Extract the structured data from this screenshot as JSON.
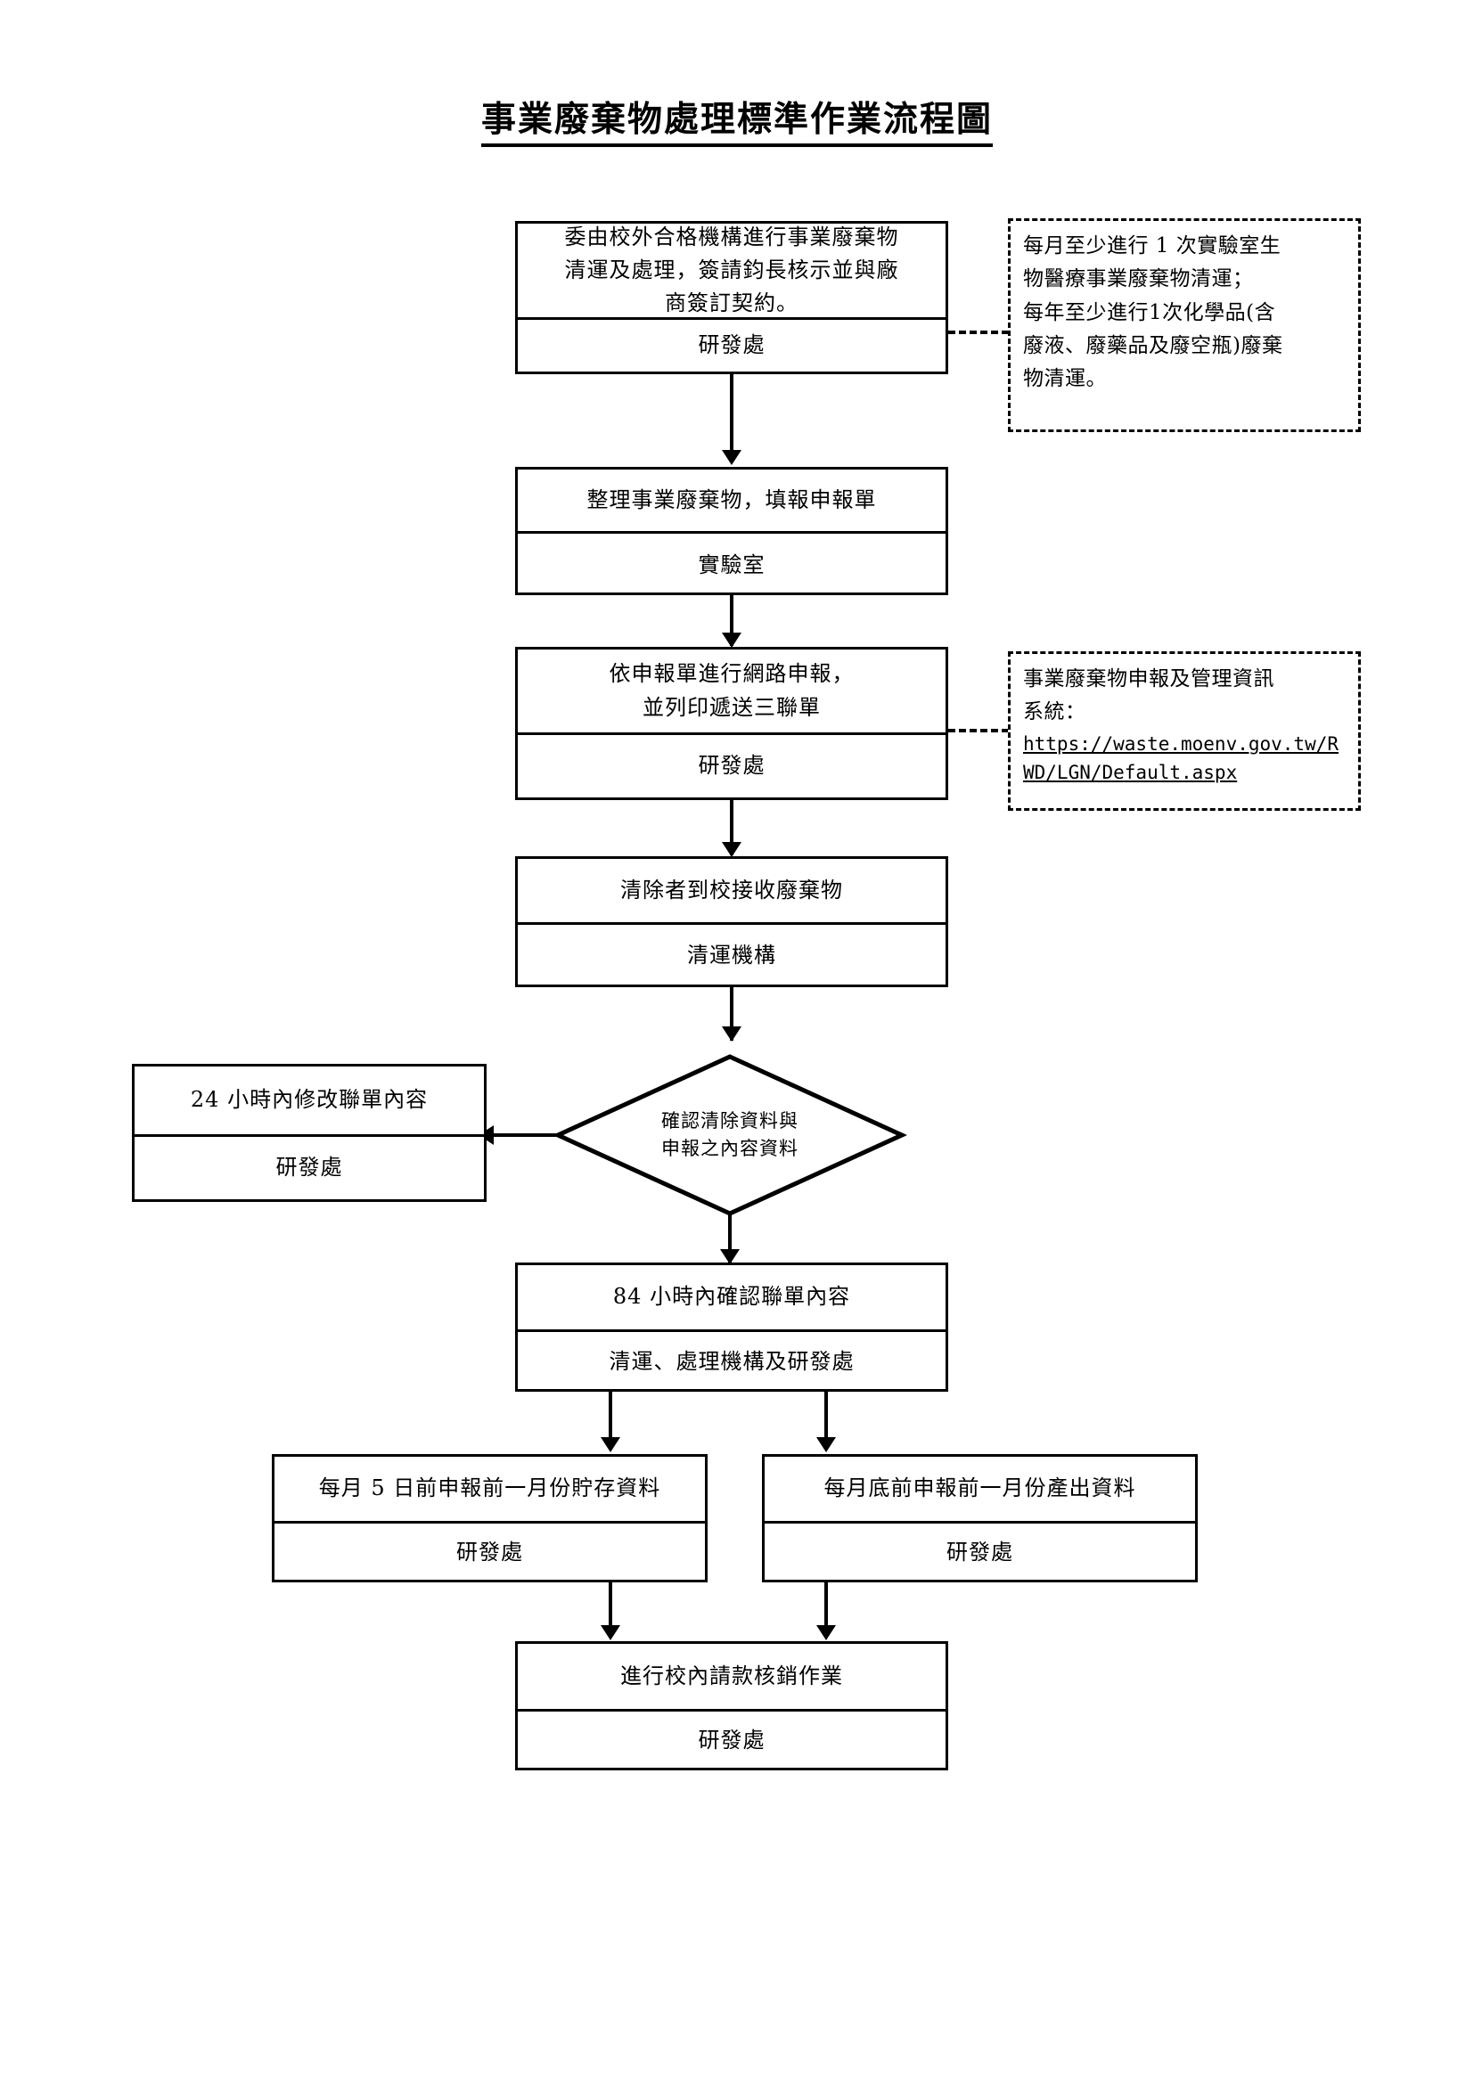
{
  "document": {
    "title": "事業廢棄物處理標準作業流程圖"
  },
  "flow": {
    "nodes": [
      {
        "id": "commission",
        "action": "委由校外合格機構進行事業廢棄物\n清運及處理，簽請鈞長核示並與廠\n商簽訂契約。",
        "owner": "研發處"
      },
      {
        "id": "sort-and-fill",
        "action": "整理事業廢棄物，填報申報單",
        "owner": "實驗室"
      },
      {
        "id": "online-declare",
        "action": "依申報單進行網路申報，\n並列印遞送三聯單",
        "owner": "研發處"
      },
      {
        "id": "collector-pickup",
        "action": "清除者到校接收廢棄物",
        "owner": "清運機構"
      },
      {
        "id": "amend-24h",
        "action": "24 小時內修改聯單內容",
        "owner": "研發處"
      },
      {
        "id": "confirm-84h",
        "action": "84 小時內確認聯單內容",
        "owner": "清運、處理機構及研發處"
      },
      {
        "id": "storage-report",
        "action": "每月 5 日前申報前一月份貯存資料",
        "owner": "研發處"
      },
      {
        "id": "output-report",
        "action": "每月底前申報前一月份產出資料",
        "owner": "研發處"
      },
      {
        "id": "payment-clearance",
        "action": "進行校內請款核銷作業",
        "owner": "研發處"
      }
    ],
    "decision": {
      "id": "verify-data",
      "label": "確認清除資料與\n申報之內容資料"
    },
    "notes": [
      {
        "id": "frequency-note",
        "text": "每月至少進行 1 次實驗室生\n物醫療事業廢棄物清運；\n每年至少進行1次化學品(含\n廢液、廢藥品及廢空瓶)廢棄\n物清運。"
      },
      {
        "id": "system-note",
        "text": "事業廢棄物申報及管理資訊\n系統：",
        "url": "https://waste.moenv.gov.tw/RWD/LGN/Default.aspx"
      }
    ]
  }
}
